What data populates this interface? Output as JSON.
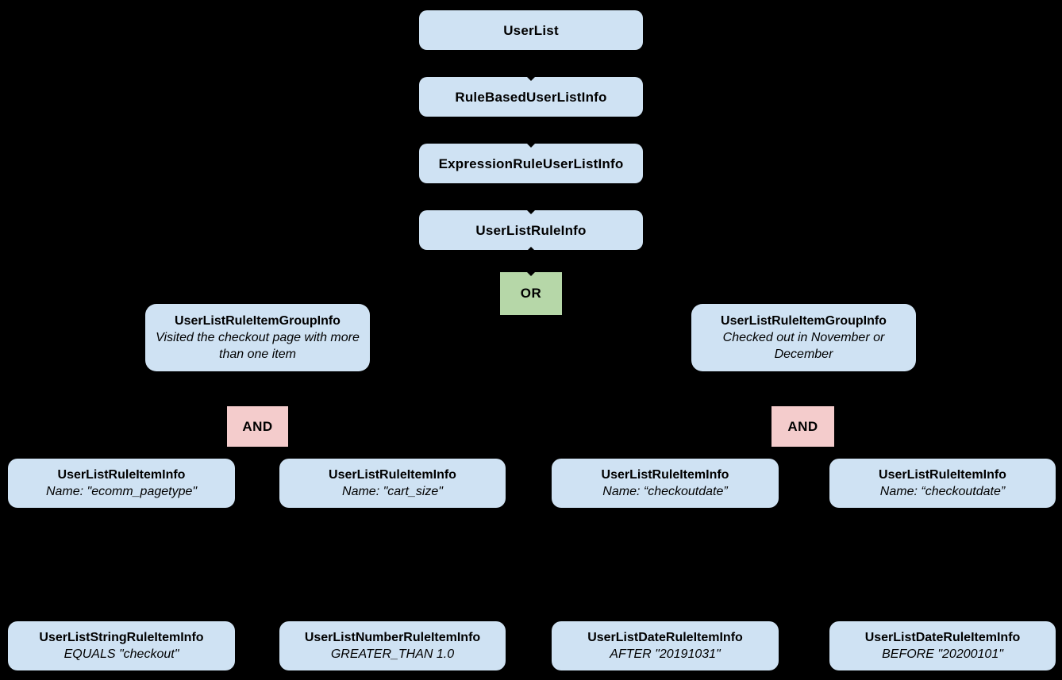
{
  "diagram": {
    "type": "tree",
    "or_label": "OR",
    "colors": {
      "canvas_bg": "#000000",
      "node_fill": "#cfe2f3",
      "or_fill": "#b6d7a8",
      "and_fill": "#f4cccc",
      "text": "#000000",
      "connector": "#000000"
    },
    "chain": [
      {
        "label": "UserList"
      },
      {
        "label": "RuleBasedUserListInfo"
      },
      {
        "label": "ExpressionRuleUserListInfo"
      },
      {
        "label": "UserListRuleInfo"
      }
    ],
    "groups": [
      {
        "title": "UserListRuleItemGroupInfo",
        "description": "Visited the checkout page with more than one item",
        "operator": "AND"
      },
      {
        "title": "UserListRuleItemGroupInfo",
        "description": "Checked out in November or December",
        "operator": "AND"
      }
    ],
    "rule_items": [
      {
        "title": "UserListRuleItemInfo",
        "detail": "Name: \"ecomm_pagetype\""
      },
      {
        "title": "UserListRuleItemInfo",
        "detail": "Name: \"cart_size\""
      },
      {
        "title": "UserListRuleItemInfo",
        "detail": "Name: “checkoutdate”"
      },
      {
        "title": "UserListRuleItemInfo",
        "detail": "Name: “checkoutdate”"
      }
    ],
    "leaf_items": [
      {
        "title": "UserListStringRuleItemInfo",
        "detail": "EQUALS \"checkout\""
      },
      {
        "title": "UserListNumberRuleItemInfo",
        "detail": "GREATER_THAN 1.0"
      },
      {
        "title": "UserListDateRuleItemInfo",
        "detail": "AFTER \"20191031\""
      },
      {
        "title": "UserListDateRuleItemInfo",
        "detail": "BEFORE \"20200101\""
      }
    ]
  }
}
